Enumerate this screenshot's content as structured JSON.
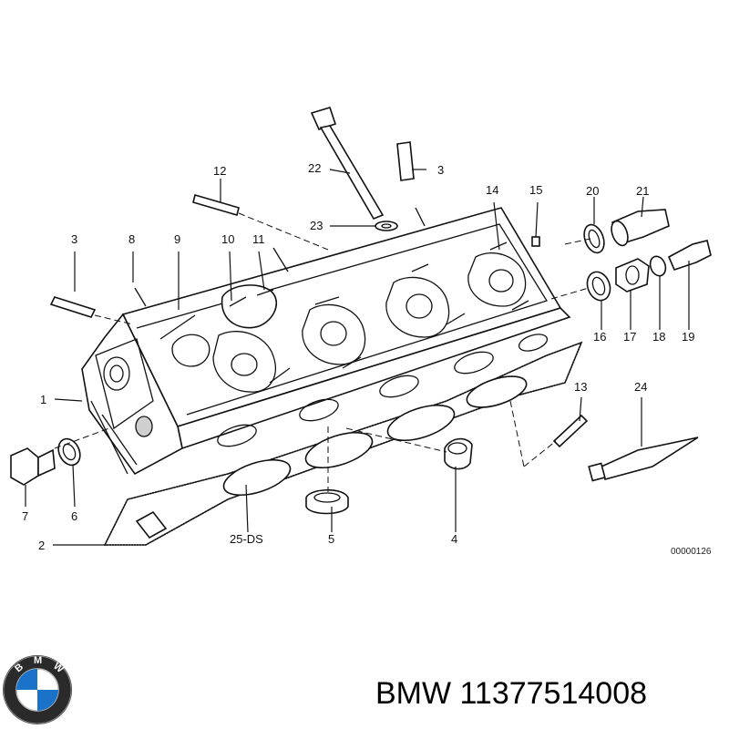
{
  "diagram": {
    "callouts": {
      "c1": "1",
      "c2": "2",
      "c3a": "3",
      "c3b": "3",
      "c4": "4",
      "c5": "5",
      "c6": "6",
      "c7": "7",
      "c8": "8",
      "c9": "9",
      "c10": "10",
      "c11": "11",
      "c12": "12",
      "c13": "13",
      "c14": "14",
      "c15": "15",
      "c16": "16",
      "c17": "17",
      "c18": "18",
      "c19": "19",
      "c20": "20",
      "c21": "21",
      "c22": "22",
      "c23": "23",
      "c24": "24",
      "c25": "25-DS"
    },
    "figure_ref": "00000126"
  },
  "branding": {
    "logo_letters": "BMW",
    "part_label": "BMW 11377514008"
  }
}
